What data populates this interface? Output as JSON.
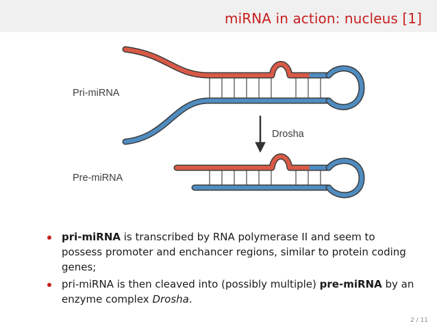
{
  "slide": {
    "title": "miRNA in action: nucleus [1]",
    "page_number": "2 / 11"
  },
  "diagram": {
    "label_pri": "Pri-miRNA",
    "label_pre": "Pre-miRNA",
    "label_enzyme": "Drosha",
    "colors": {
      "rna_red": "#d85a47",
      "rna_blue": "#4f8cc0",
      "arrow": "#333333",
      "bullet": "#c81e1e"
    }
  },
  "bullets": [
    {
      "term": "pri-miRNA",
      "text": " is transcribed by RNA polymerase II and seem to possess promoter and enchancer regions, similar to protein coding genes;"
    },
    {
      "lead": "pri-miRNA is then cleaved into (possibly multiple) ",
      "term": "pre-miRNA",
      "mid": " by an enzyme complex ",
      "emph": "Drosha",
      "end": "."
    }
  ]
}
